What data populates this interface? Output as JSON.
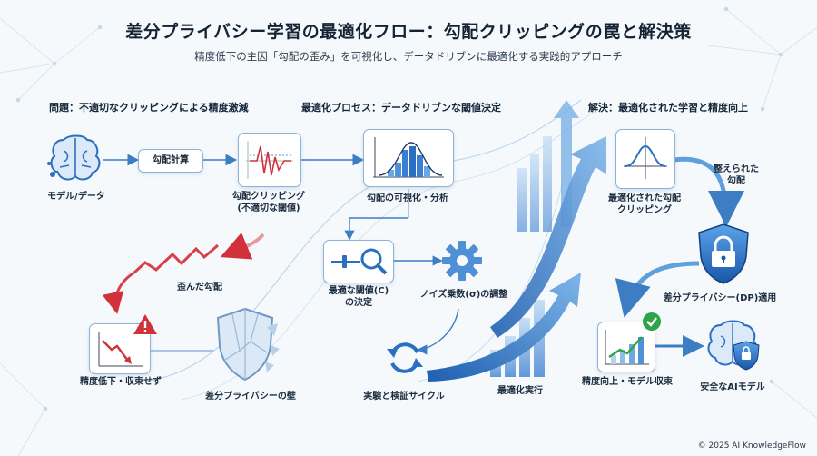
{
  "title": "差分プライバシー学習の最適化フロー：勾配クリッピングの罠と解決策",
  "subtitle": "精度低下の主因「勾配の歪み」を可視化し、データドリブンに最適化する実践的アプローチ",
  "sections": {
    "problem": "問題：不適切なクリッピングによる精度激減",
    "process": "最適化プロセス：データドリブンな閾値決定",
    "solution": "解決：最適化された学習と精度向上"
  },
  "nodes": {
    "model_data": "モデル/データ",
    "gradient_calc": "勾配計算",
    "clipping_line1": "勾配クリッピング",
    "clipping_line2": "(不適切な閾値)",
    "distorted_gradient": "歪んだ勾配",
    "accuracy_drop": "精度低下・収束せず",
    "dp_wall": "差分プライバシーの壁",
    "grad_visualize": "勾配の可視化・分析",
    "optimal_threshold_line1": "最適な閾値(C)",
    "optimal_threshold_line2": "の決定",
    "noise_tune": "ノイズ乗数(σ)の調整",
    "experiment_cycle": "実験と検証サイクル",
    "optimize_run": "最適化実行",
    "opt_clip_line1": "最適化された勾配",
    "opt_clip_line2": "クリッピング",
    "aligned_line1": "整えられた",
    "aligned_line2": "勾配",
    "dp_apply": "差分プライバシー(DP)適用",
    "accuracy_up": "精度向上・モデル収束",
    "safe_ai": "安全なAIモデル"
  },
  "copyright": "© 2025 AI KnowledgeFlow",
  "colors": {
    "primary_blue": "#2a6fc0",
    "light_blue": "#8bb3d8",
    "warning_red": "#d0313b",
    "success_green": "#2ea34a"
  },
  "icons": [
    "brain-icon",
    "waveform-icon",
    "bell-curve-icon",
    "slider-magnifier-icon",
    "gear-icon",
    "refresh-icon",
    "shield-lock-icon",
    "chart-check-icon",
    "brain-shield-icon",
    "warning-icon"
  ]
}
